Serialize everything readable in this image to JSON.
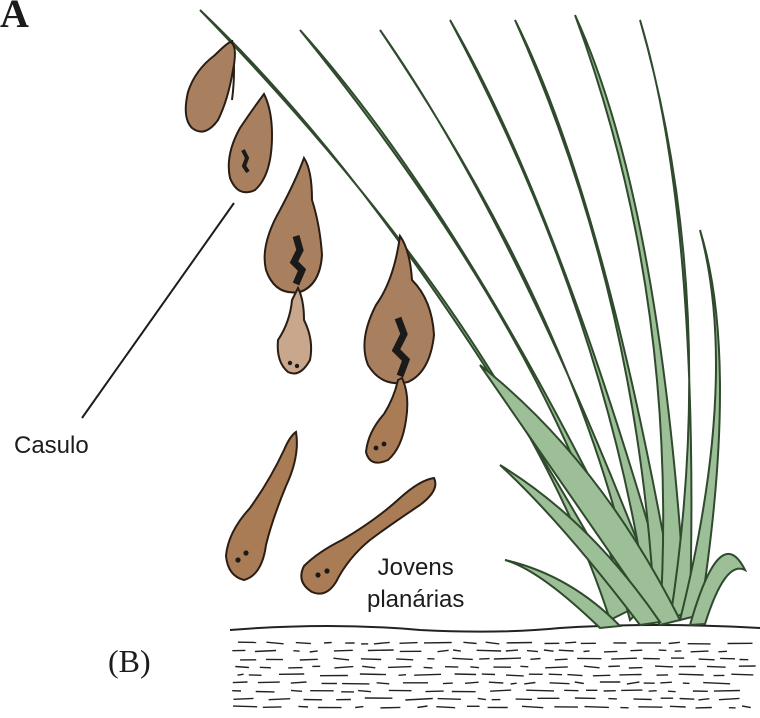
{
  "corner_letter": "A",
  "labels": {
    "casulo": "Casulo",
    "jovens_line1": "Jovens",
    "jovens_line2": "planárias",
    "panel": "(B)"
  },
  "colors": {
    "leaf_fill": "#9cbf98",
    "leaf_stroke": "#2f4a2c",
    "cocoon_fill": "#a8805f",
    "cocoon_light": "#c9a78c",
    "planarian_fill": "#a97c56",
    "outline": "#2a1d14",
    "embryo": "#1a1a1a",
    "ground_line": "#222222"
  }
}
